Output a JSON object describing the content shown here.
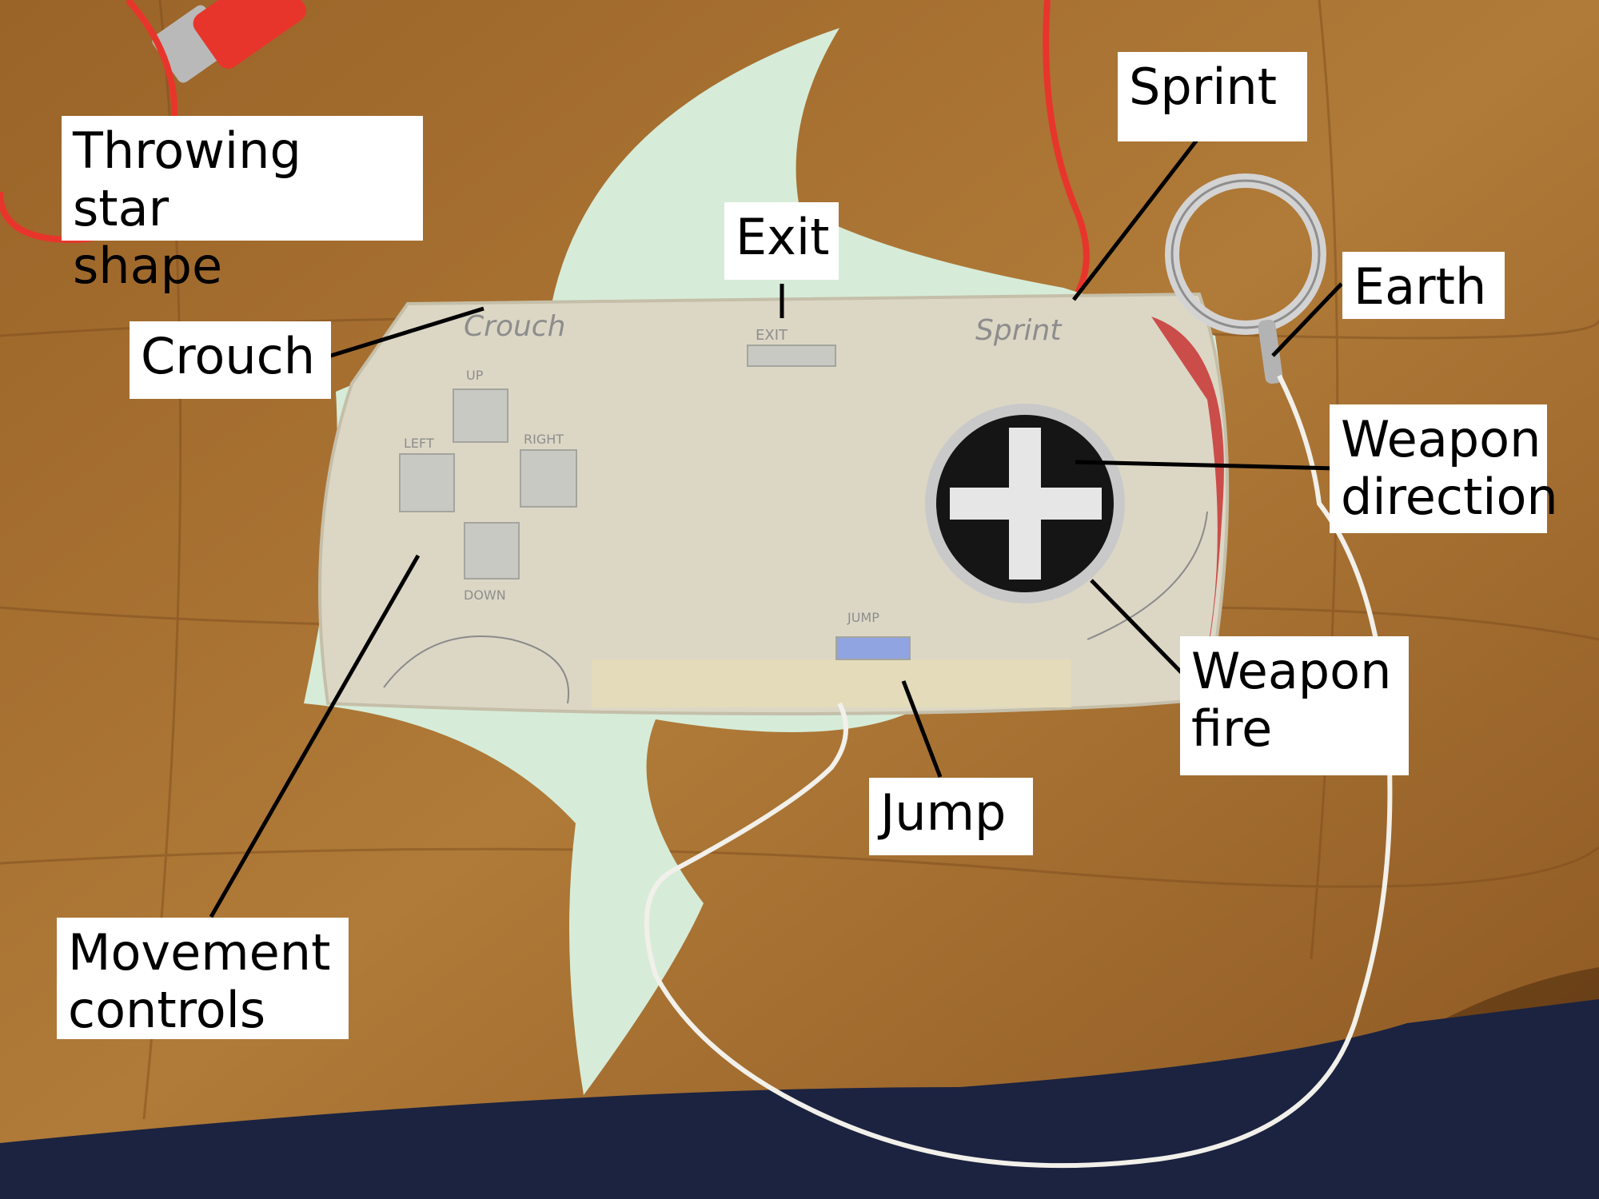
{
  "photo": {
    "subject": "cardboard game controller",
    "colors": {
      "table": "#a8712f",
      "table_dark": "#6e4317",
      "floor": "#1b2340",
      "star": "#d6ecd8",
      "board": "#dcd7c5",
      "pad_foil": "#c9c9c4",
      "ring_dark": "#151515",
      "wire_red": "#e8352c",
      "wire_white": "#f2f0ea"
    },
    "board_text": {
      "crouch": "Crouch",
      "exit": "EXIT",
      "sprint": "Sprint",
      "up": "UP",
      "left": "LEFT",
      "right": "RIGHT",
      "down": "DOWN",
      "jump": "JUMP"
    }
  },
  "callouts": {
    "throwing_star": "Throwing star\nshape",
    "crouch": "Crouch",
    "exit": "Exit",
    "sprint": "Sprint",
    "earth": "Earth",
    "weapon_direction": "Weapon\ndirection",
    "weapon_fire": "Weapon\nfire",
    "jump": "Jump",
    "movement": "Movement\ncontrols"
  }
}
